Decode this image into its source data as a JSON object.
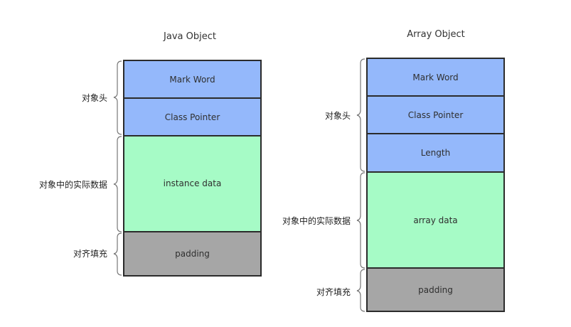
{
  "java": {
    "title": "Java Object",
    "blocks": {
      "mark_word": "Mark Word",
      "class_pointer": "Class Pointer",
      "instance_data": "instance data",
      "padding": "padding"
    },
    "labels": {
      "header": "对象头",
      "data": "对象中的实际数据",
      "padding": "对齐填充"
    }
  },
  "array": {
    "title": "Array Object",
    "blocks": {
      "mark_word": "Mark Word",
      "class_pointer": "Class Pointer",
      "length": "Length",
      "array_data": "array data",
      "padding": "padding"
    },
    "labels": {
      "header": "对象头",
      "data": "对象中的实际数据",
      "padding": "对齐填充"
    }
  },
  "colors": {
    "header_blue": "#94b8fb",
    "data_green": "#a6fbc6",
    "padding_gray": "#a6a6a6",
    "border": "#2b2b2b"
  }
}
